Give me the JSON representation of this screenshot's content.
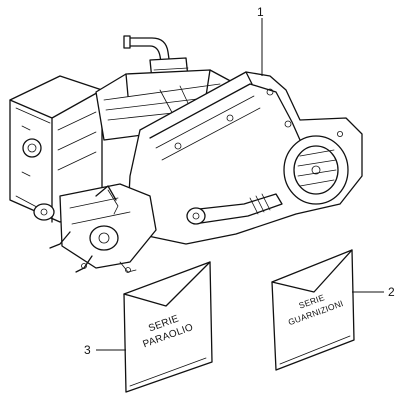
{
  "callouts": {
    "engine": "1",
    "gasket_kit": "2",
    "oil_seal_kit": "3"
  },
  "packages": {
    "oil_seal_kit": {
      "line1": "SERIE",
      "line2": "PARAOLIO"
    },
    "gasket_kit": {
      "line1": "SERIE",
      "line2": "GUARNIZIONI"
    }
  }
}
